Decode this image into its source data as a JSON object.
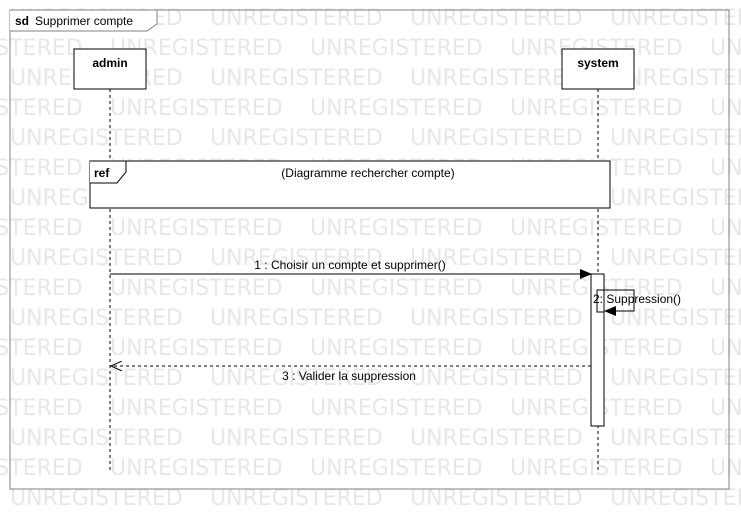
{
  "frame": {
    "keyword": "sd",
    "name": "Supprimer compte"
  },
  "lifelines": [
    {
      "name": "admin"
    },
    {
      "name": "system"
    }
  ],
  "ref_fragment": {
    "keyword": "ref",
    "text": "(Diagramme rechercher compte)"
  },
  "messages": [
    {
      "label": "1 : Choisir un compte et supprimer()"
    },
    {
      "label": "2: Suppression()"
    },
    {
      "label": "3 : Valider la suppression"
    }
  ],
  "watermark": "UNREGISTERED",
  "colors": {
    "line": "#000000",
    "frame": "#808080",
    "watermark": "#e7e7e7"
  }
}
